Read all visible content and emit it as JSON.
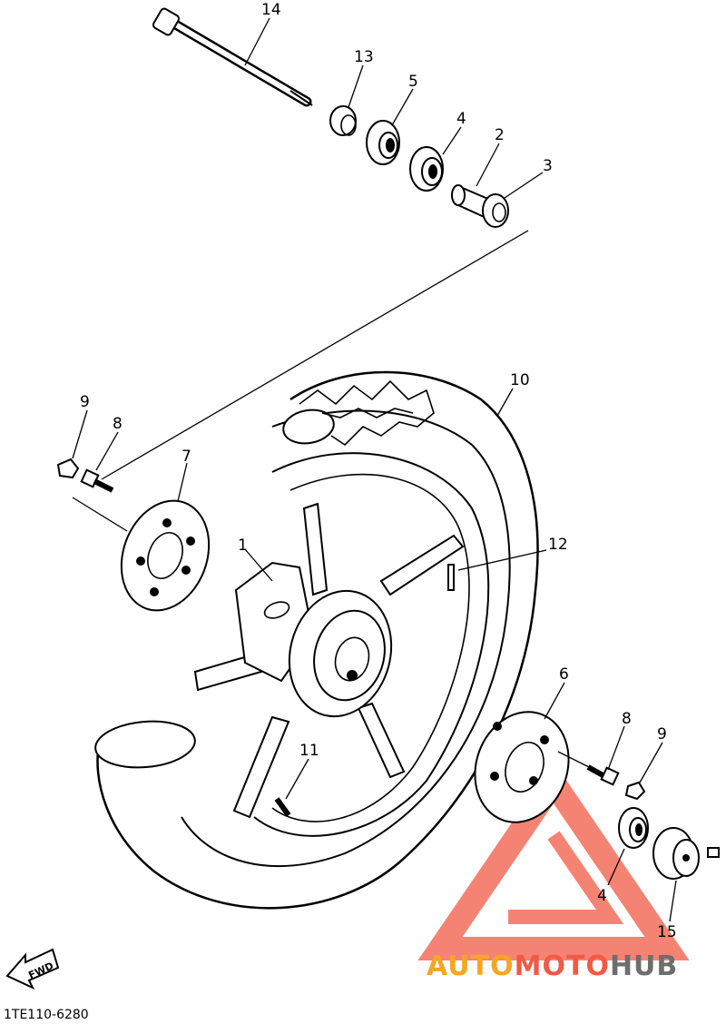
{
  "diagram": {
    "callouts": [
      {
        "id": "c14",
        "text": "14"
      },
      {
        "id": "c13",
        "text": "13"
      },
      {
        "id": "c5",
        "text": "5"
      },
      {
        "id": "c4a",
        "text": "4"
      },
      {
        "id": "c2",
        "text": "2"
      },
      {
        "id": "c3",
        "text": "3"
      },
      {
        "id": "c10",
        "text": "10"
      },
      {
        "id": "c9a",
        "text": "9"
      },
      {
        "id": "c8a",
        "text": "8"
      },
      {
        "id": "c7",
        "text": "7"
      },
      {
        "id": "c1",
        "text": "1"
      },
      {
        "id": "c12",
        "text": "12"
      },
      {
        "id": "c6",
        "text": "6"
      },
      {
        "id": "c8b",
        "text": "8"
      },
      {
        "id": "c9b",
        "text": "9"
      },
      {
        "id": "c11",
        "text": "11"
      },
      {
        "id": "c4b",
        "text": "4"
      },
      {
        "id": "c15",
        "text": "15"
      }
    ],
    "direction_label": "FWD",
    "code": "1TE110-6280"
  },
  "watermark": {
    "part1": "AUTO",
    "part2": "MOTO",
    "part3": "HUB",
    "color_red": "#f25a45",
    "color_orange": "#f5a623",
    "color_grey": "#6e6e6e"
  }
}
